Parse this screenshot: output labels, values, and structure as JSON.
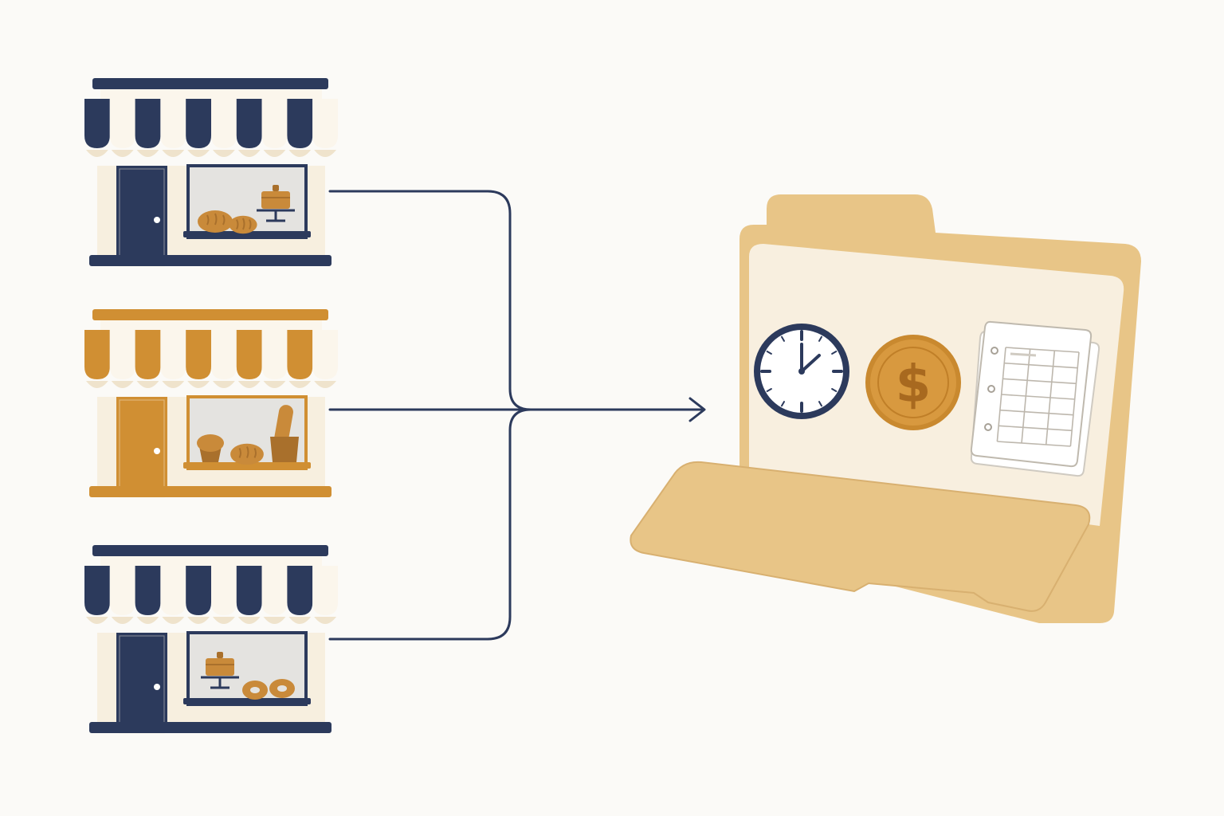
{
  "colors": {
    "background": "#fbfaf7",
    "navy": "#2c3a5c",
    "gold": "#d08f33",
    "cream": "#f7efdf",
    "awning_light": "#fbf6ec",
    "window_glass": "#e4e3e0",
    "pastry": "#c98a3a",
    "pastry_dark": "#a9702c",
    "folder": "#e8c587",
    "folder_shadow": "#d8b070",
    "folder_paper": "#f8efdf",
    "coin": "#d8993f",
    "coin_inner": "#c9892f",
    "connector": "#2c3a5c"
  },
  "diagram": {
    "sources": [
      {
        "name": "storefront-1",
        "theme": "navy",
        "display_items": [
          "bread-loaf",
          "bread-loaf",
          "cake-stand"
        ]
      },
      {
        "name": "storefront-2",
        "theme": "gold",
        "display_items": [
          "muffin",
          "bread-loaf",
          "baguette-basket"
        ]
      },
      {
        "name": "storefront-3",
        "theme": "navy",
        "display_items": [
          "cake-stand",
          "donut",
          "donut"
        ]
      }
    ],
    "connector": {
      "style": "merge",
      "arrow": "arrow-right-icon"
    },
    "target": {
      "name": "open-folder",
      "contents": [
        {
          "icon": "clock-icon",
          "clock_time": "2:00"
        },
        {
          "icon": "dollar-coin-icon",
          "symbol": "$"
        },
        {
          "icon": "spreadsheet-icon"
        }
      ]
    }
  }
}
